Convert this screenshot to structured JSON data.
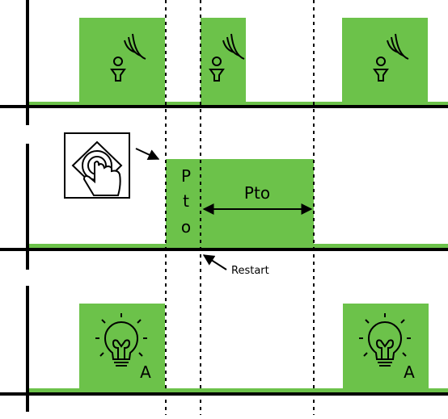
{
  "colors": {
    "pulse_fill": "#6cc24a",
    "axis": "#000000",
    "background": "#ffffff"
  },
  "icons": {
    "motion_sensor": "motion-sensor-person-waves",
    "touch_button": "hand-pressing-push-button",
    "lamp": "light-bulb-output"
  },
  "middle_pulse": {
    "vertical_label": [
      "P",
      "t",
      "o"
    ],
    "span_label": "Pto"
  },
  "annotations": {
    "restart": "Restart"
  },
  "lamp_output": {
    "letter": "A"
  }
}
